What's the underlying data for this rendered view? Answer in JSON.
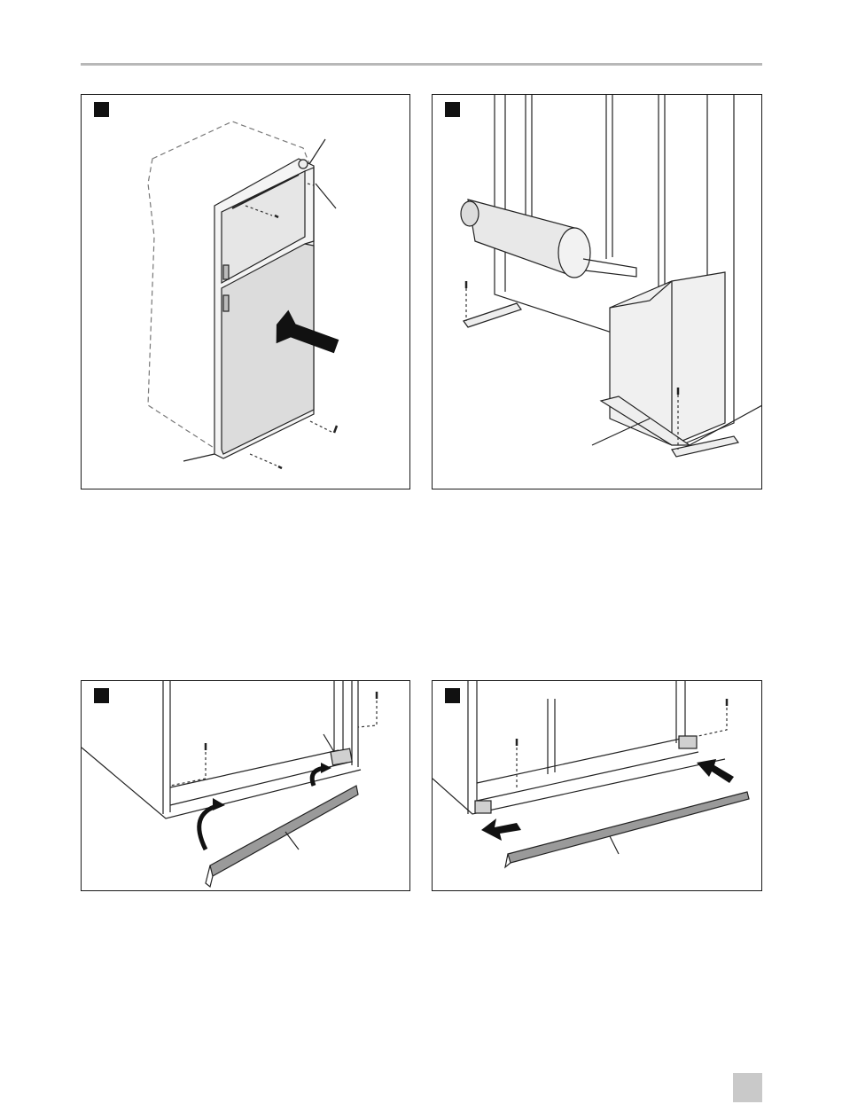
{
  "page": {
    "header_rule_color": "#b8b8b8",
    "tab_color": "#c9c9c9"
  },
  "figures": [
    {
      "id": "fig-1",
      "icon": "refrigerator-insertion-illustration"
    },
    {
      "id": "fig-2",
      "icon": "refrigerator-rear-illustration"
    },
    {
      "id": "fig-3",
      "icon": "base-cover-tilt-illustration"
    },
    {
      "id": "fig-4",
      "icon": "base-cover-push-illustration"
    }
  ]
}
